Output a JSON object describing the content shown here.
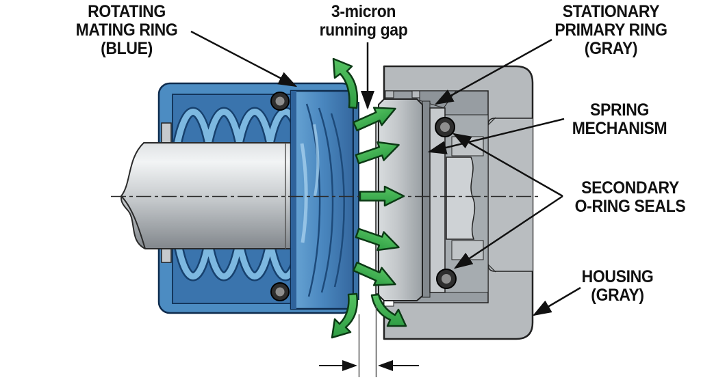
{
  "labels": {
    "rotating_mating_ring": {
      "lines": [
        "ROTATING",
        "MATING RING",
        "(BLUE)"
      ]
    },
    "running_gap": {
      "lines": [
        "3-micron",
        "running gap"
      ]
    },
    "stationary_primary_ring": {
      "lines": [
        "STATIONARY",
        "PRIMARY RING",
        "(GRAY)"
      ]
    },
    "spring_mechanism": {
      "lines": [
        "SPRING",
        "MECHANISM"
      ]
    },
    "secondary_o_ring_seals": {
      "lines": [
        "SECONDARY",
        "O-RING SEALS"
      ]
    },
    "housing": {
      "lines": [
        "HOUSING",
        "(GRAY)"
      ]
    }
  },
  "colors": {
    "mating_ring_blue": "#4c8cc2",
    "spring_blue": "#7db8e0",
    "housing_gray": "#b6babd",
    "primary_ring_gray": "#c9cdd0",
    "shaft_gray": "#c3c7ca",
    "flow_arrow_green": "#3fae4c",
    "o_ring_dark": "#2e2e2e",
    "label_text": "#111111",
    "background": "#ffffff"
  }
}
